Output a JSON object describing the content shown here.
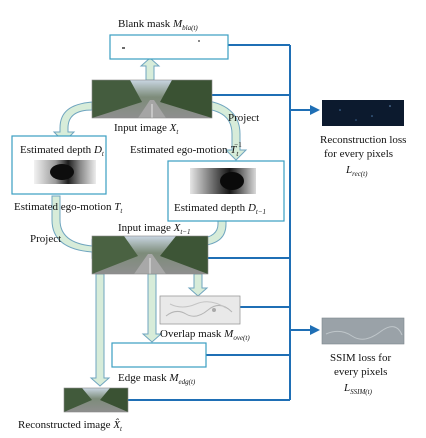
{
  "colors": {
    "connector": "#1f6fb5",
    "box_border": "#3a9ec2",
    "arrow_fill": "#d7ecd9",
    "arrow_stroke": "#6fa5bf",
    "road_sky": "#b7c7d6",
    "road_tree": "#3f5a3a",
    "road_asphalt": "#8f8f8f",
    "loss_dark": "#0c1a2e",
    "ssim_gray": "#9aa2a8"
  },
  "labels": {
    "blank_mask": "Blank mask ",
    "blank_mask_sym": "M",
    "blank_mask_sub": "bla(t)",
    "input_t": "Input image ",
    "input_t_sym": "X",
    "input_t_sub": "t",
    "project_top": "Project",
    "estimated_depth_t": "Estimated depth ",
    "estimated_depth_t_sym": "D",
    "estimated_depth_t_sub": "t",
    "ego_motion_inv": "Estimated ego-motion ",
    "ego_motion_inv_sym": "T",
    "ego_motion_inv_sub": "t",
    "ego_motion_inv_sup": "−1",
    "ego_motion": "Estimated ego-motion ",
    "ego_motion_sym": "T",
    "ego_motion_sub": "t",
    "estimated_depth_t1": "Estimated depth ",
    "estimated_depth_t1_sym": "D",
    "estimated_depth_t1_sub": "t−1",
    "project_left": "Project",
    "input_t1": "Input image ",
    "input_t1_sym": "X",
    "input_t1_sub": "t−1",
    "overlap_mask": "Overlap mask ",
    "overlap_mask_sym": "M",
    "overlap_mask_sub": "ove(t)",
    "edge_mask": "Edge mask ",
    "edge_mask_sym": "M",
    "edge_mask_sub": "edg(t)",
    "reconstructed": "Reconstructed image ",
    "reconstructed_sym": "X̂",
    "reconstructed_sub": "t",
    "recon_loss_line1": "Reconstruction loss",
    "recon_loss_line2": "for every pixels",
    "recon_loss_sym": "L",
    "recon_loss_sub": "rec(t)",
    "ssim_line1": "SSIM loss for",
    "ssim_line2": "every pixels",
    "ssim_sym": "L",
    "ssim_sub": "SSIM(t)"
  }
}
